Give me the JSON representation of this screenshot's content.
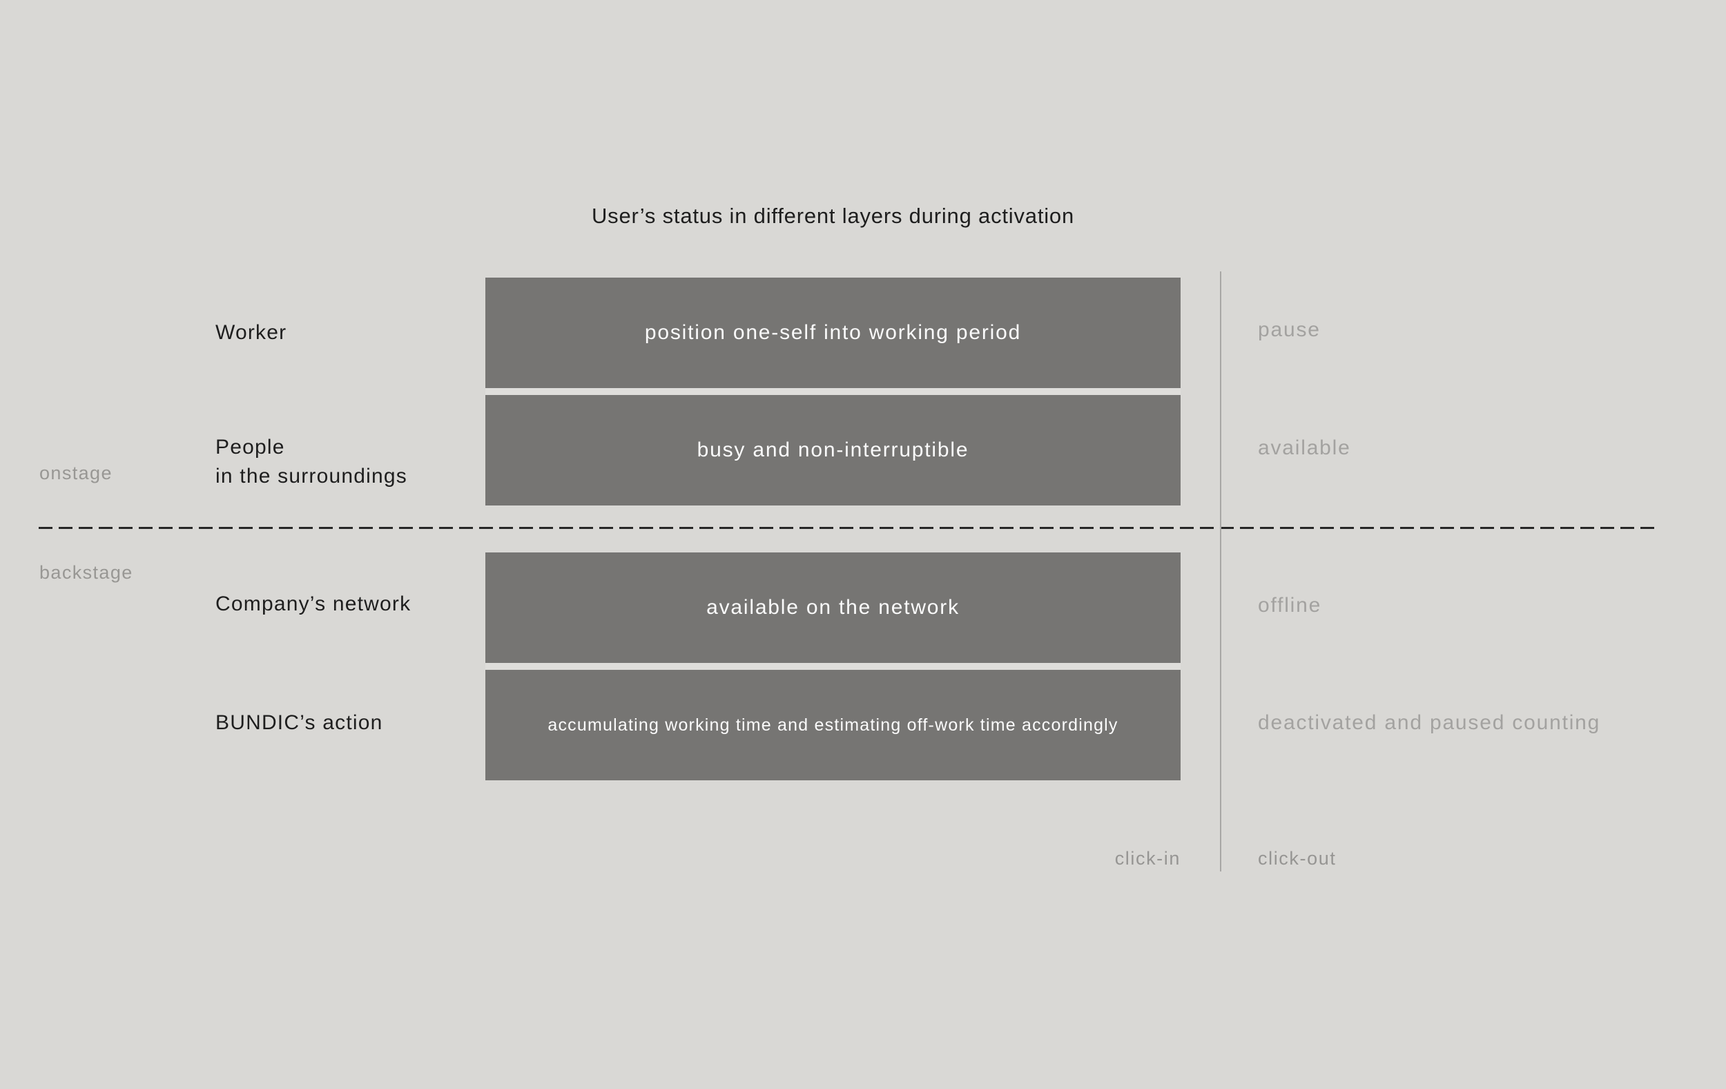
{
  "title": "User’s status in different layers during activation",
  "stages": {
    "onstage": "onstage",
    "backstage": "backstage"
  },
  "rows": [
    {
      "label": "Worker",
      "bar_text": "position one-self into working period",
      "status": "pause"
    },
    {
      "label": "People\nin the surroundings",
      "bar_text": "busy and non-interruptible",
      "status": "available"
    },
    {
      "label": "Company’s network",
      "bar_text": "available on the network",
      "status": "offline"
    },
    {
      "label": "BUNDIC’s action",
      "bar_text": "accumulating working time and estimating off-work time accordingly",
      "status": "deactivated and paused counting"
    }
  ],
  "timeline": {
    "click_in": "click-in",
    "click_out": "click-out"
  },
  "colors": {
    "background": "#d9d8d5",
    "bar": "#767573",
    "bar_text": "#fbfbfb",
    "label_text": "#1e1e1e",
    "muted_label": "#a3a2a0",
    "stage_label": "#989794",
    "boundary_line": "#a8a7a5",
    "dashed_divider": "#262626"
  }
}
